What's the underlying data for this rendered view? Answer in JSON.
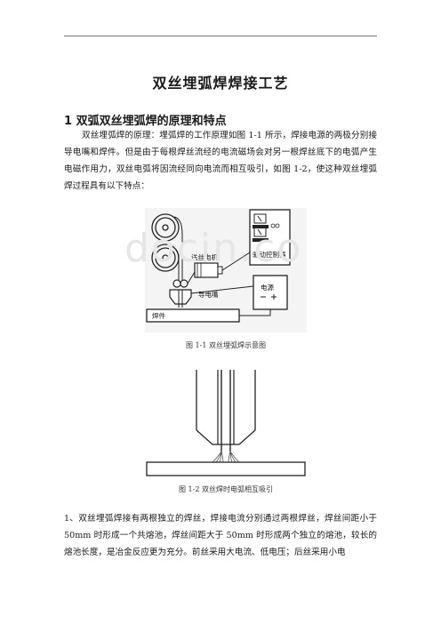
{
  "document": {
    "title": "双丝埋弧焊焊接工艺",
    "section_heading": "1  双弧双丝埋弧焊的原理和特点",
    "paragraph1": "双丝埋弧焊的原理：埋弧焊的工作原理如图 1-1 所示，焊接电源的两极分别接导电嘴和焊件。但是由于每根焊丝流经的电流磁场会对另一根焊丝底下的电弧产生电磁作用力，双丝电弧将因流经同向电流而相互吸引，如图 1-2，使这种双丝埋弧焊过程具有以下特点：",
    "figure1": {
      "caption": "图 1-1  双丝埋弧焊示意图",
      "label_motor": "送丝电机",
      "label_controller": "驱动控制器",
      "label_tip": "导电嘴",
      "label_power": "电源",
      "label_workpiece": "焊件"
    },
    "figure2": {
      "caption": "图 1-2 双丝焊时电弧相互吸引"
    },
    "paragraph2": "1、双丝埋弧焊接有两根独立的焊丝，焊接电流分别通过两根焊丝，焊丝间距小于 50mm 时形成一个共熔池，焊丝间距大于 50mm 时形成两个独立的熔池，较长的熔池长度，是冶金反应更为充分。前丝采用大电流、低电压；后丝采用小电",
    "watermark": "docin.co"
  }
}
